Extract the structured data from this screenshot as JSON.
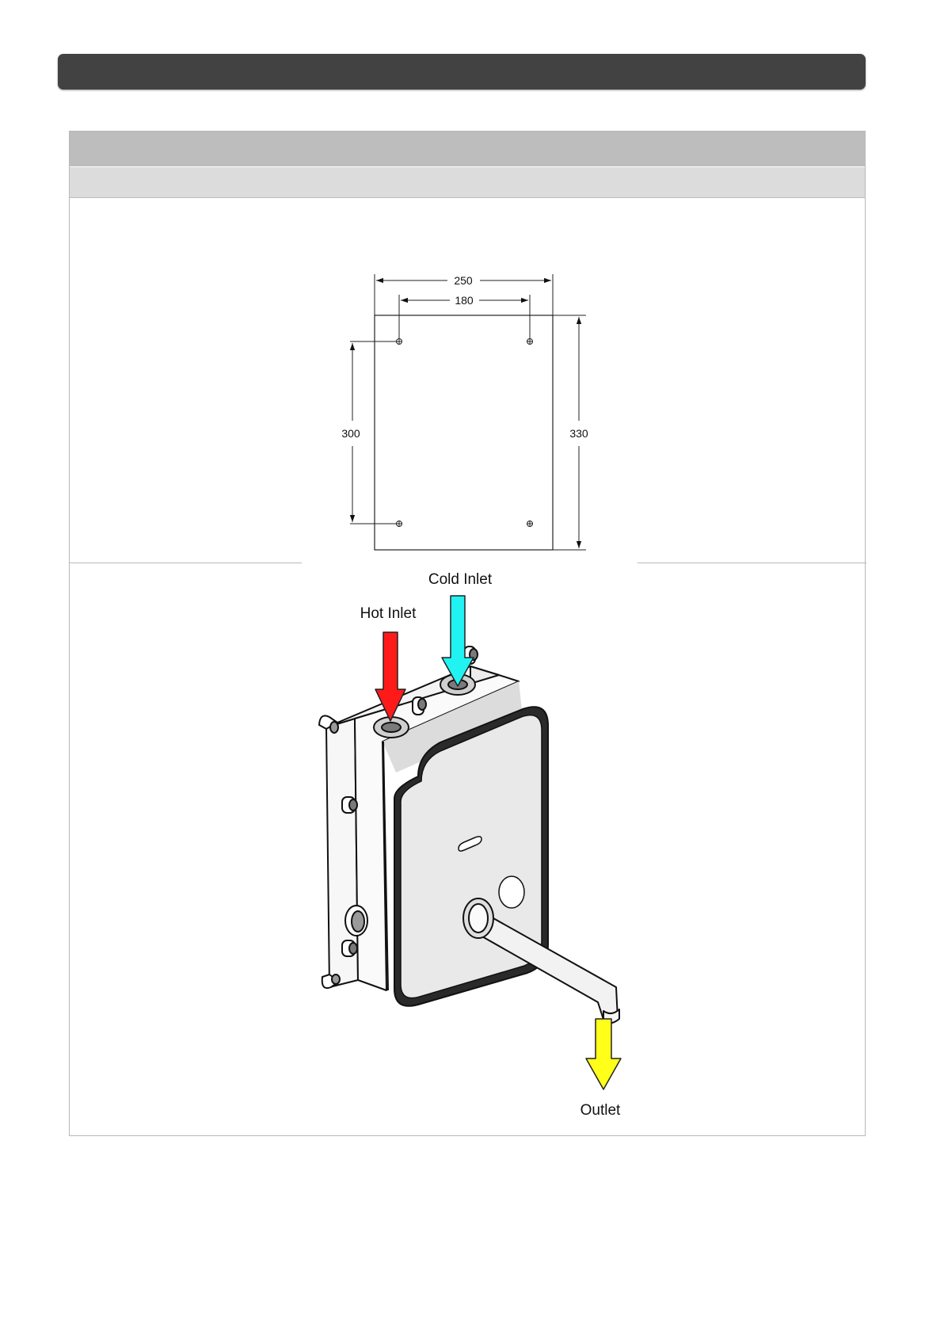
{
  "header": {
    "title": ""
  },
  "table": {
    "head_label": "",
    "sub_label": ""
  },
  "drawing": {
    "dimensions": {
      "overall_width": "250",
      "hole_spacing_width": "180",
      "hole_spacing_height": "300",
      "overall_height": "330"
    }
  },
  "diagram": {
    "labels": {
      "cold_inlet": "Cold Inlet",
      "hot_inlet": "Hot Inlet",
      "outlet": "Outlet"
    },
    "colors": {
      "cold": "#21f3f3",
      "hot": "#ff1a1a",
      "outlet": "#ffff1a"
    }
  }
}
